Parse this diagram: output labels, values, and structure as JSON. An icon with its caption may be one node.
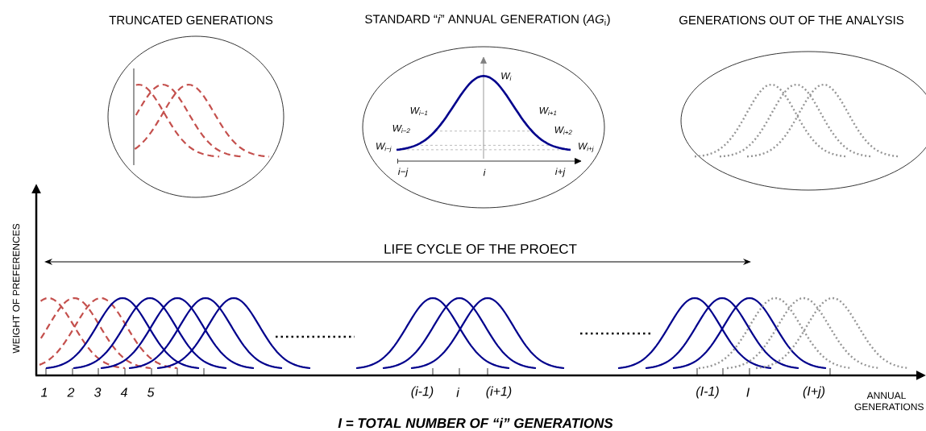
{
  "diagram": {
    "title": "I = TOTAL NUMBER OF “i” GENERATIONS",
    "nodes": [
      {
        "text": [
          "TRUNCATED GENERATIONS"
        ]
      },
      {
        "text": [
          "STANDARD “*i*” ANNUAL GENERATION (*AG*$_{i}$)"
        ]
      },
      {
        "text": [
          "GENERATIONS OUT OF THE ANALYSIS"
        ]
      }
    ],
    "labels": [
      "W$_{i}$",
      "W$_{i−1}$",
      "W$_{i+1}$",
      "W$_{i−2}$",
      "W$_{i+2}$",
      "W$_{i−j}$",
      "W$_{i+j}$",
      "i−j",
      "i",
      "i+j",
      "WEIGHT OF PREFERENCES",
      "LIFE CYCLE OF THE PROECT",
      "1",
      "2",
      "3",
      "4",
      "5",
      "(i-1)",
      "i",
      "(i+1)",
      "(I-1)",
      "I",
      "(I+j)",
      "ANNUAL GENERATIONS"
    ]
  }
}
